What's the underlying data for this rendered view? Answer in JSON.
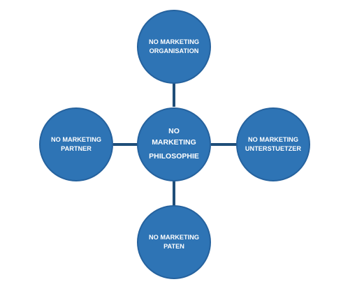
{
  "diagram": {
    "center": {
      "lines": [
        "NO",
        "MARKETING",
        "PHILOSOPHIE"
      ]
    },
    "top": {
      "lines": [
        "NO MARKETING",
        "ORGANISATION"
      ]
    },
    "left": {
      "lines": [
        "NO MARKETING",
        "PARTNER"
      ]
    },
    "right": {
      "lines": [
        "NO MARKETING",
        "UNTERSTUETZER"
      ]
    },
    "bottom": {
      "lines": [
        "NO MARKETING",
        "PATEN"
      ]
    },
    "colors": {
      "node_fill": "#2e74b5",
      "node_border": "#25629e",
      "connector": "#1f4e79",
      "text": "#ffffff",
      "background": "#ffffff"
    }
  }
}
